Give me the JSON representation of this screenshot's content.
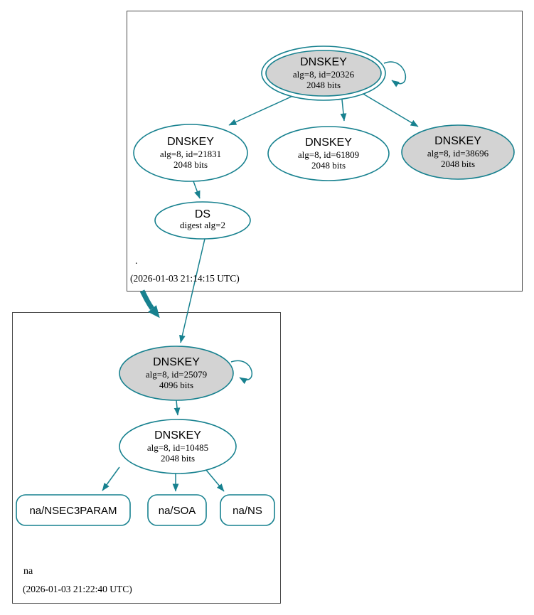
{
  "colors": {
    "edge_teal": "#17818f",
    "key_node_fill": "#d3d3d3",
    "plain_node_fill": "#ffffff",
    "zone_box_border": "#4a4a4a",
    "text": "#000000"
  },
  "zones": {
    "root": {
      "name": ".",
      "timestamp": "(2026-01-03 21:14:15 UTC)"
    },
    "na": {
      "name": "na",
      "timestamp": "(2026-01-03 21:22:40 UTC)"
    }
  },
  "nodes": {
    "ksk_root": {
      "type": "DNSKEY",
      "alg_id": "alg=8, id=20326",
      "bits": "2048 bits"
    },
    "zsk_21831": {
      "type": "DNSKEY",
      "alg_id": "alg=8, id=21831",
      "bits": "2048 bits"
    },
    "zsk_61809": {
      "type": "DNSKEY",
      "alg_id": "alg=8, id=61809",
      "bits": "2048 bits"
    },
    "zsk_38696": {
      "type": "DNSKEY",
      "alg_id": "alg=8, id=38696",
      "bits": "2048 bits"
    },
    "ds_root": {
      "type": "DS",
      "alg_id": "digest alg=2"
    },
    "ksk_na": {
      "type": "DNSKEY",
      "alg_id": "alg=8, id=25079",
      "bits": "4096 bits"
    },
    "zsk_na": {
      "type": "DNSKEY",
      "alg_id": "alg=8, id=10485",
      "bits": "2048 bits"
    },
    "rrset_nsec3param": {
      "label": "na/NSEC3PARAM"
    },
    "rrset_soa": {
      "label": "na/SOA"
    },
    "rrset_ns": {
      "label": "na/NS"
    }
  }
}
